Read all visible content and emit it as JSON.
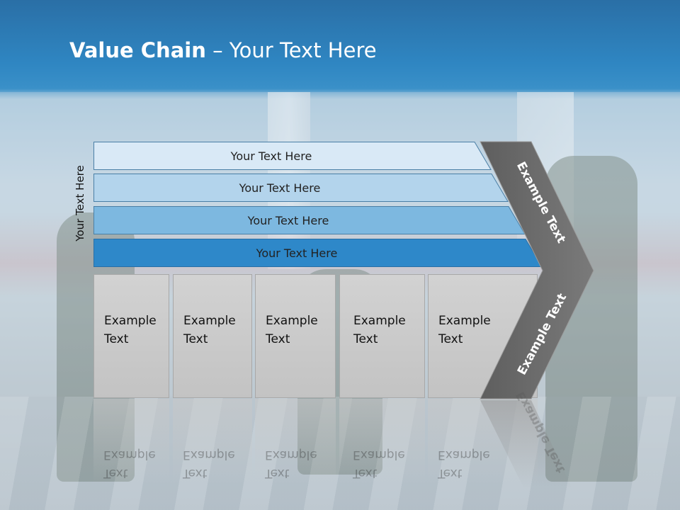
{
  "slide": {
    "title_bold": "Value Chain",
    "title_rest": " – Your Text Here",
    "vertical_label": "Your Text Here"
  },
  "bars": [
    {
      "label": "Your Text Here",
      "color": "#d9e9f6"
    },
    {
      "label": "Your Text Here",
      "color": "#b3d4ec"
    },
    {
      "label": "Your Text Here",
      "color": "#7db8e0"
    },
    {
      "label": "Your Text Here",
      "color": "#2e88c9"
    }
  ],
  "boxes": [
    {
      "line1": "Example",
      "line2": "Text"
    },
    {
      "line1": "Example",
      "line2": "Text"
    },
    {
      "line1": "Example",
      "line2": "Text"
    },
    {
      "line1": "Example",
      "line2": "Text"
    },
    {
      "line1": "Example",
      "line2": "Text"
    }
  ],
  "chevron": {
    "upper_label": "Example Text",
    "lower_label": "Example Text",
    "color": "#707070"
  }
}
